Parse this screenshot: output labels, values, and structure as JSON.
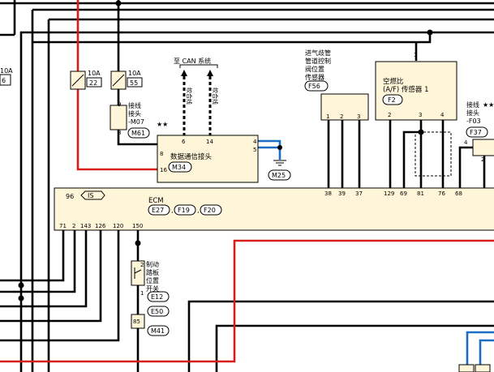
{
  "fuses": [
    {
      "rating": "10A",
      "number": "22"
    },
    {
      "rating": "10A",
      "number": "55"
    }
  ],
  "left_fuse": {
    "rating": "10A",
    "number": "6"
  },
  "joint_m07": {
    "line1": "接线",
    "line2": "接头",
    "line3": "-M07",
    "stars": "★★",
    "pin_top": "9",
    "pin_bot": "8",
    "connector": "M61"
  },
  "can_label": "至 CAN 系统",
  "twisted_label": "绞合线",
  "dlc": {
    "name": "数据通信接头",
    "connector": "M34",
    "pins": {
      "p6": "6",
      "p14": "14",
      "p8": "8",
      "p16": "16",
      "p4": "4",
      "p5": "5"
    },
    "ground": "M25"
  },
  "map_sensor": {
    "line1": "进气歧管",
    "line2": "管道控制",
    "line3": "阀位置",
    "line4": "传感器",
    "connector": "F56",
    "pins": [
      "1",
      "2",
      "3"
    ]
  },
  "af_sensor": {
    "line1": "空燃比",
    "line2": "(A/F) 传感器 1",
    "connector": "F2",
    "pin_top": "1",
    "pins": [
      "2",
      "3",
      "4"
    ]
  },
  "joint_f03": {
    "line1": "接线",
    "line2": "接头",
    "line3": "-F03",
    "stars": "★★",
    "connector": "F37",
    "pin_4": "4",
    "pin_2": "2"
  },
  "ecm": {
    "name": "ECM",
    "connectors": [
      "E27",
      "F19",
      "F20"
    ],
    "separators": [
      ",",
      ","
    ],
    "is_pin": "96",
    "is_label": "IS",
    "top_pins": [
      "38",
      "39",
      "37",
      "129",
      "69",
      "81",
      "76",
      "68"
    ],
    "bottom_pins": [
      "71",
      "2",
      "143",
      "126",
      "120",
      "150"
    ]
  },
  "brake_switch": {
    "line1": "制动",
    "line2": "踏板",
    "line3": "位置",
    "line4": "开关",
    "pin_top": "2",
    "pin_bot": "1",
    "connector": "E12"
  },
  "connector_e50": {
    "connector": "E50",
    "pin": "85",
    "sub": "M41"
  },
  "colors": {
    "wire_black": "#000000",
    "wire_red": "#d81c1c",
    "wire_blue": "#1a6fc4",
    "box_fill": "#fff6d9"
  }
}
